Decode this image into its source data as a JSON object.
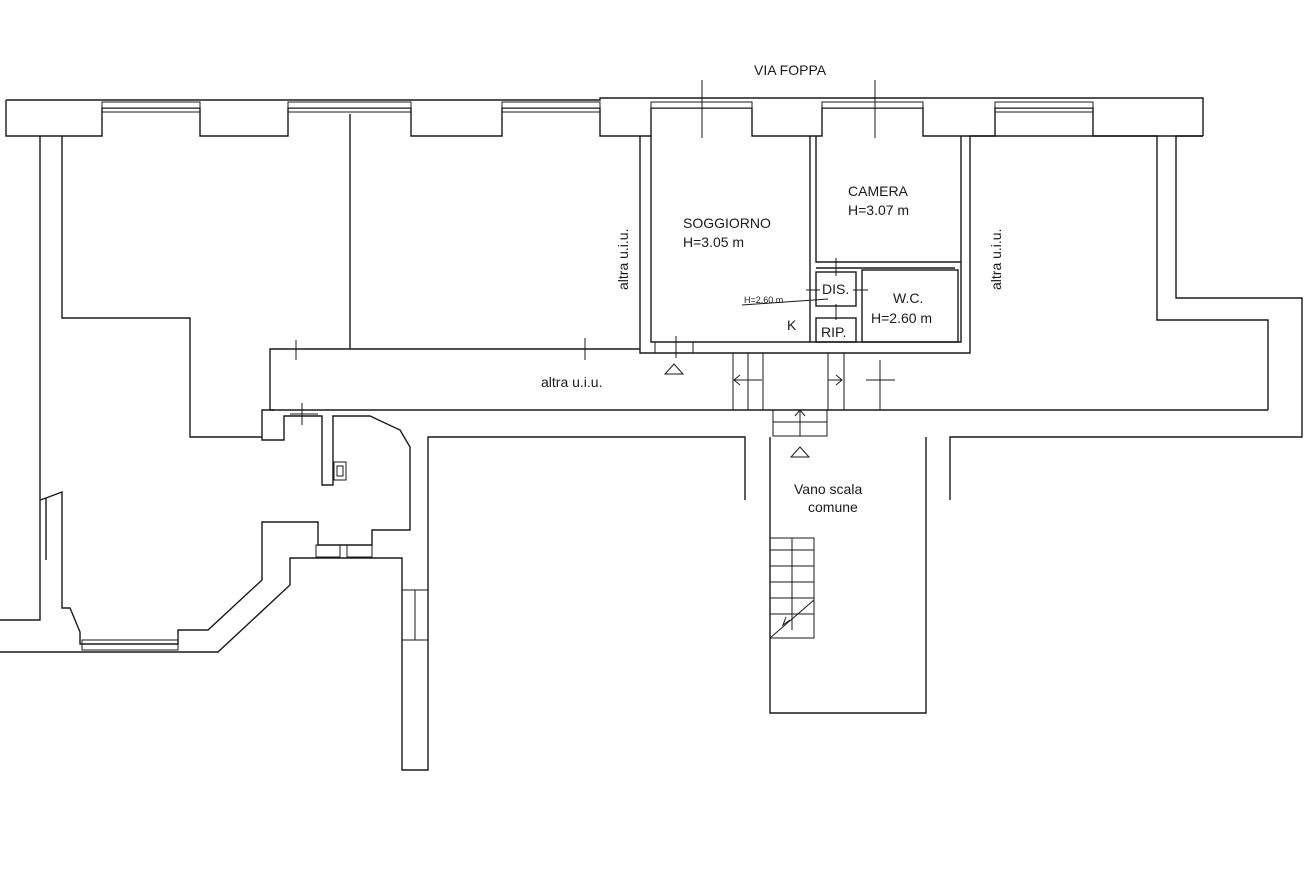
{
  "plan": {
    "street": "VIA FOPPA",
    "rooms": {
      "soggiorno": {
        "name": "SOGGIORNO",
        "height": "H=3.05 m"
      },
      "camera": {
        "name": "CAMERA",
        "height": "H=3.07 m"
      },
      "wc": {
        "name": "W.C.",
        "height": "H=2.60 m"
      },
      "dis": {
        "name": "DIS."
      },
      "rip": {
        "name": "RIP."
      },
      "kitchen": {
        "name": "K"
      },
      "dis_height": "H=2.60 m"
    },
    "neighbors": {
      "left": "altra u.i.u.",
      "right": "altra u.i.u.",
      "corridor": "altra u.i.u."
    },
    "stair": {
      "line1": "Vano scala",
      "line2": "comune"
    }
  }
}
